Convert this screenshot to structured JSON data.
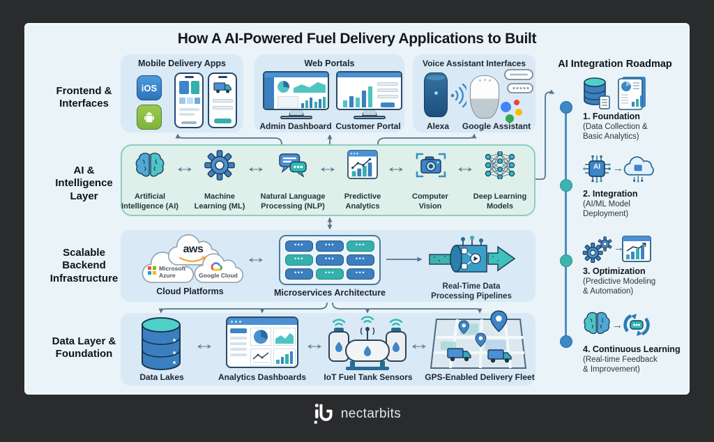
{
  "title": "How A AI-Powered Fuel Delivery Applications to Built",
  "glyphs": {
    "dots": "•••",
    "arrow_lr": "↔",
    "arrow_r": "→"
  },
  "layers": {
    "frontend_label": "Frontend &\nInterfaces",
    "ai_label": "AI &\nIntelligence\nLayer",
    "backend_label": "Scalable\nBackend\nInfrastructure",
    "data_label": "Data Layer &\nFoundation"
  },
  "frontend": {
    "mobile": {
      "title": "Mobile Delivery Apps",
      "ios_badge": "iOS"
    },
    "web": {
      "title": "Web Portals",
      "admin_label": "Admin Dashboard",
      "customer_label": "Customer Portal"
    },
    "voice": {
      "title": "Voice Assistant Interfaces",
      "alexa_label": "Alexa",
      "google_label": "Google Assistant"
    }
  },
  "ai_layer": {
    "items": [
      {
        "label": "Artificial\nIntelligence (AI)"
      },
      {
        "label": "Machine\nLearning (ML)"
      },
      {
        "label": "Natural Language\nProcessing (NLP)"
      },
      {
        "label": "Predictive\nAnalytics"
      },
      {
        "label": "Computer\nVision"
      },
      {
        "label": "Deep Learning\nModels"
      }
    ]
  },
  "backend": {
    "cloud": {
      "label": "Cloud Platforms",
      "aws": "aws",
      "azure": "Microsoft\nAzure",
      "gcp": "Google Cloud"
    },
    "microservices": {
      "label": "Microservices Architecture"
    },
    "pipeline": {
      "label": "Real-Time Data\nProcessing Pipelines"
    }
  },
  "data_layer": {
    "lakes": "Data Lakes",
    "dashboards": "Analytics Dashboards",
    "iot": "IoT Fuel Tank Sensors",
    "gps": "GPS-Enabled Delivery Fleet"
  },
  "roadmap": {
    "title": "AI Integration Roadmap",
    "steps": [
      {
        "name": "1. Foundation",
        "desc": "(Data Collection &\nBasic Analytics)"
      },
      {
        "name": "2. Integration",
        "desc": "(AI/ML Model\nDeployment)",
        "chip": "AI"
      },
      {
        "name": "3. Optimization",
        "desc": "(Predictive Modeling\n& Automation)"
      },
      {
        "name": "4. Continuous Learning",
        "desc": "(Real-time Feedback\n& Improvement)"
      }
    ]
  },
  "brand": {
    "name": "nectarbits"
  }
}
